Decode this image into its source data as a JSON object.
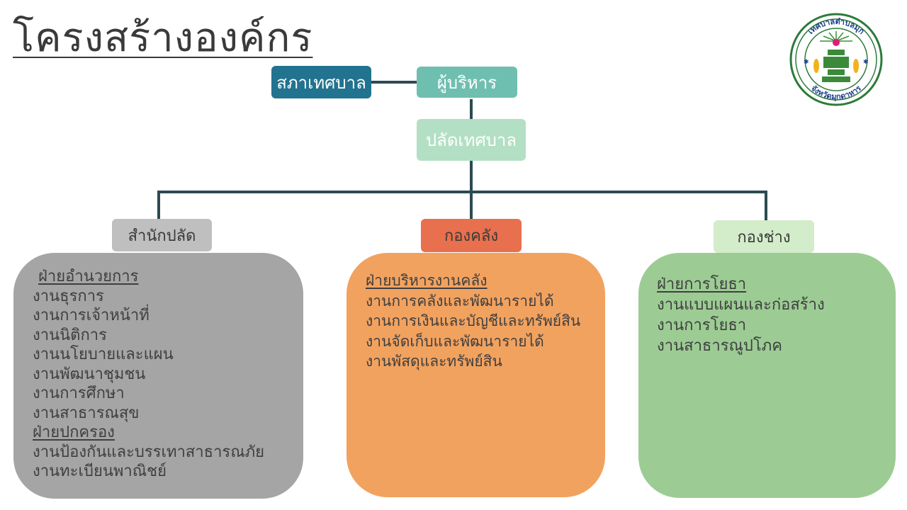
{
  "title": "โครงสร้างองค์กร",
  "top": {
    "council": "สภาเทศบาล",
    "executive": "ผู้บริหาร",
    "clerk": "ปลัดเทศบาล"
  },
  "divisions": [
    {
      "label": "สำนักปลัด",
      "groups": [
        {
          "head": "ฝ่ายอำนวยการ",
          "items": [
            "งานธุรการ",
            "งานการเจ้าหน้าที่",
            "งานนิติการ",
            "งานนโยบายและแผน",
            "งานพัฒนาชุมชน",
            "งานการศึกษา",
            "งานสาธารณสุข"
          ]
        },
        {
          "head": "ฝ่ายปกครอง",
          "items": [
            "งานป้องกันและบรรเทาสาธารณภัย",
            "งานทะเบียนพาณิชย์"
          ]
        }
      ]
    },
    {
      "label": "กองคลัง",
      "groups": [
        {
          "head": "ฝ่ายบริหารงานคลัง",
          "items": [
            "งานการคลังและพัฒนารายได้",
            "งานการเงินและบัญชีและทรัพย์สิน",
            "งานจัดเก็บและพัฒนารายได้",
            "งานพัสดุและทรัพย์สิน"
          ]
        }
      ]
    },
    {
      "label": "กองช่าง",
      "groups": [
        {
          "head": "ฝ่ายการโยธา",
          "items": [
            "งานแบบแผนและก่อสร้าง",
            "งานการโยธา",
            "งานสาธารณูปโภค"
          ]
        }
      ]
    }
  ],
  "logo": {
    "text_top": "เทศบาลตำบลมุก",
    "text_bottom": "จังหวัดมุกดาหาร"
  },
  "colors": {
    "council": "#22738f",
    "executive": "#6fbfb0",
    "clerk": "#b3dfc4",
    "connector": "#2c4a52",
    "division1_label": "#bfbfbf",
    "division1_panel": "#a5a5a5",
    "division2_label": "#e8704e",
    "division2_panel": "#f2a25f",
    "division3_label": "#d3ecc9",
    "division3_panel": "#9ccc94"
  }
}
